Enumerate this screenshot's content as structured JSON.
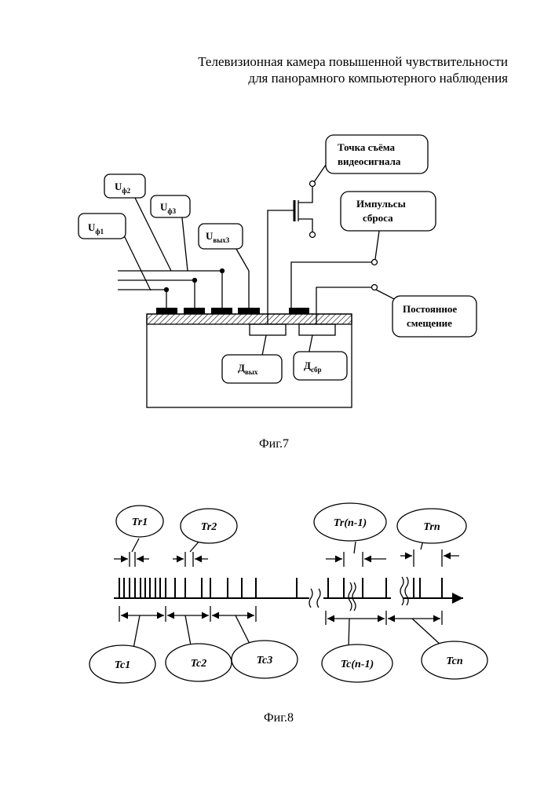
{
  "header": {
    "line1": "Телевизионная камера повышенной чувствительности",
    "line2": "для панорамного компьютерного наблюдения"
  },
  "fig7": {
    "caption": "Фиг.7",
    "labels": {
      "u_f1_main": "U",
      "u_f1_sub": "ф1",
      "u_f2_main": "U",
      "u_f2_sub": "ф2",
      "u_f3_main": "U",
      "u_f3_sub": "ф3",
      "u_out_main": "U",
      "u_out_sub": "вых3",
      "video_line1": "Точка съёма",
      "video_line2": "видеосигнала",
      "reset_line1": "Импульсы",
      "reset_line2": "сброса",
      "bias_line1": "Постоянное",
      "bias_line2": "смещение",
      "d_out_main": "Д",
      "d_out_sub": "вых",
      "d_reset_main": "Д",
      "d_reset_sub": "сбр"
    }
  },
  "fig8": {
    "caption": "Фиг.8",
    "labels": {
      "tr1": "Tr1",
      "tr2": "Tr2",
      "tr_n1": "Tr(n-1)",
      "trn": "Trn",
      "tc1": "Tc1",
      "tc2": "Tc2",
      "tc3": "Tc3",
      "tc_n1": "Tc(n-1)",
      "tcn": "Tcn"
    }
  }
}
